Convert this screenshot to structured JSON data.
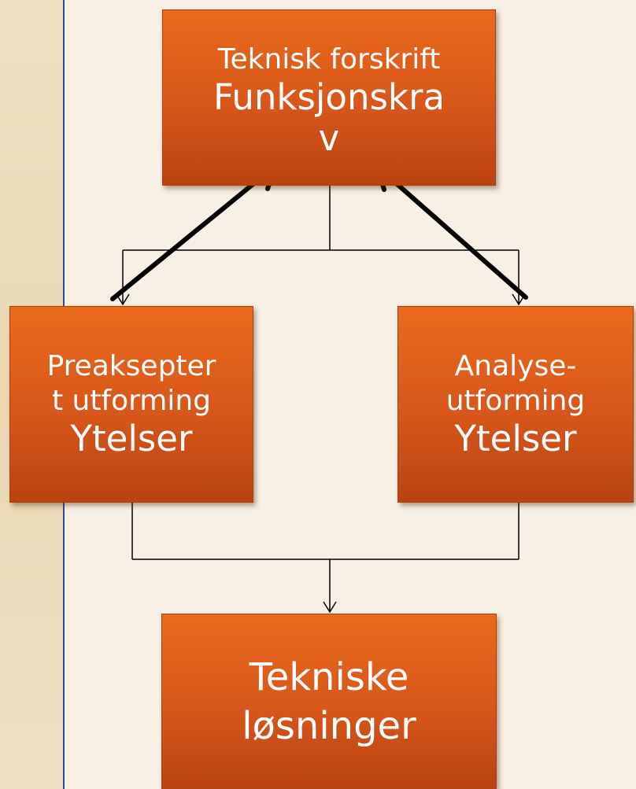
{
  "diagram": {
    "top_box": {
      "line1": "Teknisk forskrift",
      "line2": "Funksjonskra",
      "line3": "v"
    },
    "left_box": {
      "line1": "Preaksepter",
      "line2": "t utforming",
      "line3": "Ytelser"
    },
    "right_box": {
      "line1": "Analyse-",
      "line2": "utforming",
      "line3": "Ytelser"
    },
    "bottom_box": {
      "line1": "Tekniske",
      "line2": "løsninger"
    }
  },
  "colors": {
    "box_fill": "#d9581a",
    "background": "#f8f0e4",
    "side_band": "#ecdcb8",
    "side_line": "#2a4d9a",
    "connector": "#000000"
  }
}
